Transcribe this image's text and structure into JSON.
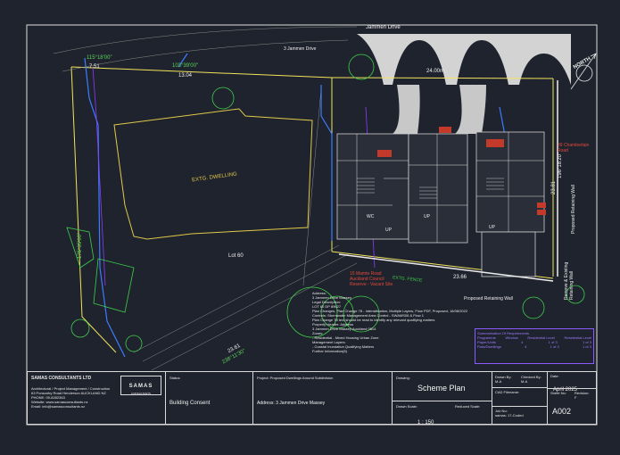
{
  "drawing": {
    "street_top": "Jammen Drive",
    "road_right": "39 Chamberlain Road",
    "angle_top": "103°39'00\"",
    "angle_left": "115°18'00\"",
    "angle_right": "196°18'20\"",
    "angle_bottom": "238°11'30\"",
    "angle_vertical_left": "175°35'00\"",
    "dim_top_left": "7.51",
    "dim_top": "13.04",
    "dim_top_right": "24.00m",
    "dim_right": "23.81",
    "dim_bottom_right": "23.66",
    "dim_bottom_left": "23.61",
    "existing_dwelling": "EXTG. DWELLING",
    "existing_fence": "EXTG. FENCE",
    "lot_label": "Lot 60",
    "north_label": "NORTH",
    "retaining_wall_bottom": "Proposed Retaining Wall",
    "retaining_wall_right": "Proposed Retaining Wall",
    "existing_retaining_wall": "Remove & Existing Retaining Wall",
    "reserve_note_1": "15 Mamte Road",
    "reserve_note_2": "Auckland Council",
    "reserve_note_3": "Reserve - Vacant Site",
    "address_jammen": "3 Jammen Drive",
    "unit_labels": [
      "WC",
      "UP",
      "UP",
      "UP"
    ],
    "notes": [
      "Address:",
      "3 Jammen Drive Massey",
      "Legal Description:",
      "LOT 60 DP 89627",
      "Plan Changes, Plan Change 78 - Intensification, Multiple Layers, Flow PDF, Proposed, 18/08/2022",
      "Controls: Stormwater Management Area Control - SWAMS06 & Flow 1",
      "",
      "Plan Change 78 text should be read to identify any relevant qualifying matters",
      "Property Header: Address",
      "3 Jammen Drive Massey Auckland 0614",
      "Zones:",
      "- Residential - Mixed Housing Urban Zone",
      "Management Layers:",
      "- Coastal Inundation Qualifying Matters",
      "Further Information(8)"
    ]
  },
  "legend": {
    "title": "Summarisation Of Requirements",
    "columns": [
      "Programme",
      "Window",
      "Residential Level",
      "Residential Level"
    ],
    "rows": [
      [
        "Paper/Units",
        "4",
        "1 of 3",
        "1 of 3"
      ],
      [
        "Flats/Dwellings",
        "4",
        "1 of 3",
        "1 of 3"
      ]
    ]
  },
  "title_block": {
    "company": "SAMAS CONSULTANTS LTD",
    "services": "Architectural / Project Management / Construction",
    "address_line": "63 Ponsonby Road Henderson AUCKLAND NZ",
    "phone": "PHONE: 09-8282363",
    "website": "Website: www.samasconsultants.nz",
    "email": "Email: info@samasconsultants.nz",
    "logo": "SAMAS",
    "logo_sub": "CONSULTANTS",
    "status_label": "Status:",
    "status": "Building Consent",
    "project_label": "Project: Proposed Dwellings Around Subdivision",
    "project_address": "Address: 3 Jammen Drive Massey",
    "drawing_label": "Drawing:",
    "drawing_title": "Scheme Plan",
    "drawn_scale_label": "Drawn Scale:",
    "drawn_scale": "1 : 150",
    "reduced_scale_label": "Reduced Scale:",
    "drawn_by_label": "Drawn By:",
    "drawn_by": "M.A",
    "checked_by_label": "Checked By:",
    "checked_by": "M.A",
    "cad_label": "CAD Filename:",
    "job_label": "Job No:",
    "job_no": "samas: 17-Coded",
    "date_label": "Date:",
    "date": "April 2025",
    "sheet_label": "Sheet No:",
    "sheet_no": "A002",
    "revision_label": "Revision:",
    "revision": "F"
  }
}
